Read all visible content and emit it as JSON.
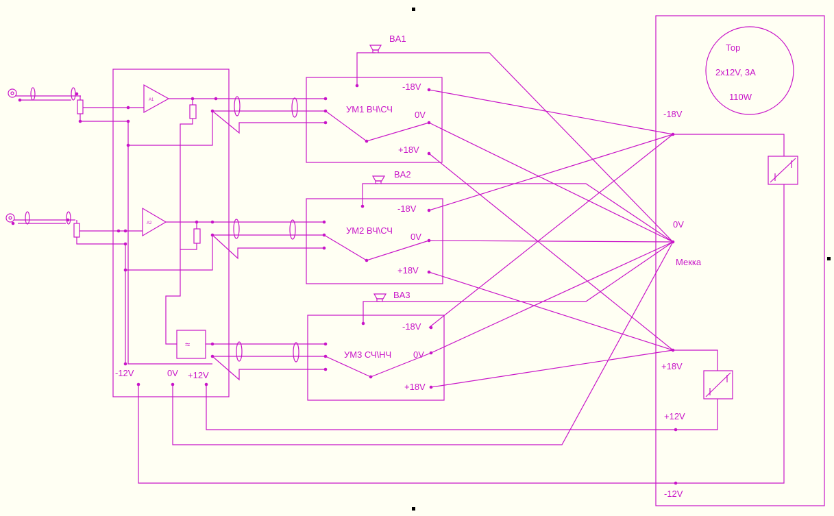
{
  "amplifiers": [
    {
      "name": "УМ1 ВЧ\\СЧ",
      "speaker": "BA1",
      "neg": "-18V",
      "zero": "0V",
      "pos": "+18V"
    },
    {
      "name": "УМ2 ВЧ\\СЧ",
      "speaker": "BA2",
      "neg": "-18V",
      "zero": "0V",
      "pos": "+18V"
    },
    {
      "name": "УМ3 СЧ\\НЧ",
      "speaker": "BA3",
      "neg": "-18V",
      "zero": "0V",
      "pos": "+18V"
    }
  ],
  "preamp": {
    "opamps": [
      "A1",
      "A2"
    ],
    "rails": [
      "-12V",
      "0V",
      "+12V"
    ]
  },
  "power": {
    "transformer": {
      "name": "Тор",
      "spec": "2x12V, 3A",
      "power": "110W"
    },
    "rails": {
      "neg18": "-18V",
      "zero": "0V",
      "zero_name": "Мекка",
      "pos18": "+18V",
      "pos12": "+12V",
      "neg12": "-12V"
    }
  },
  "colors": {
    "wire": "#c814c8",
    "background": "#fffff3"
  }
}
